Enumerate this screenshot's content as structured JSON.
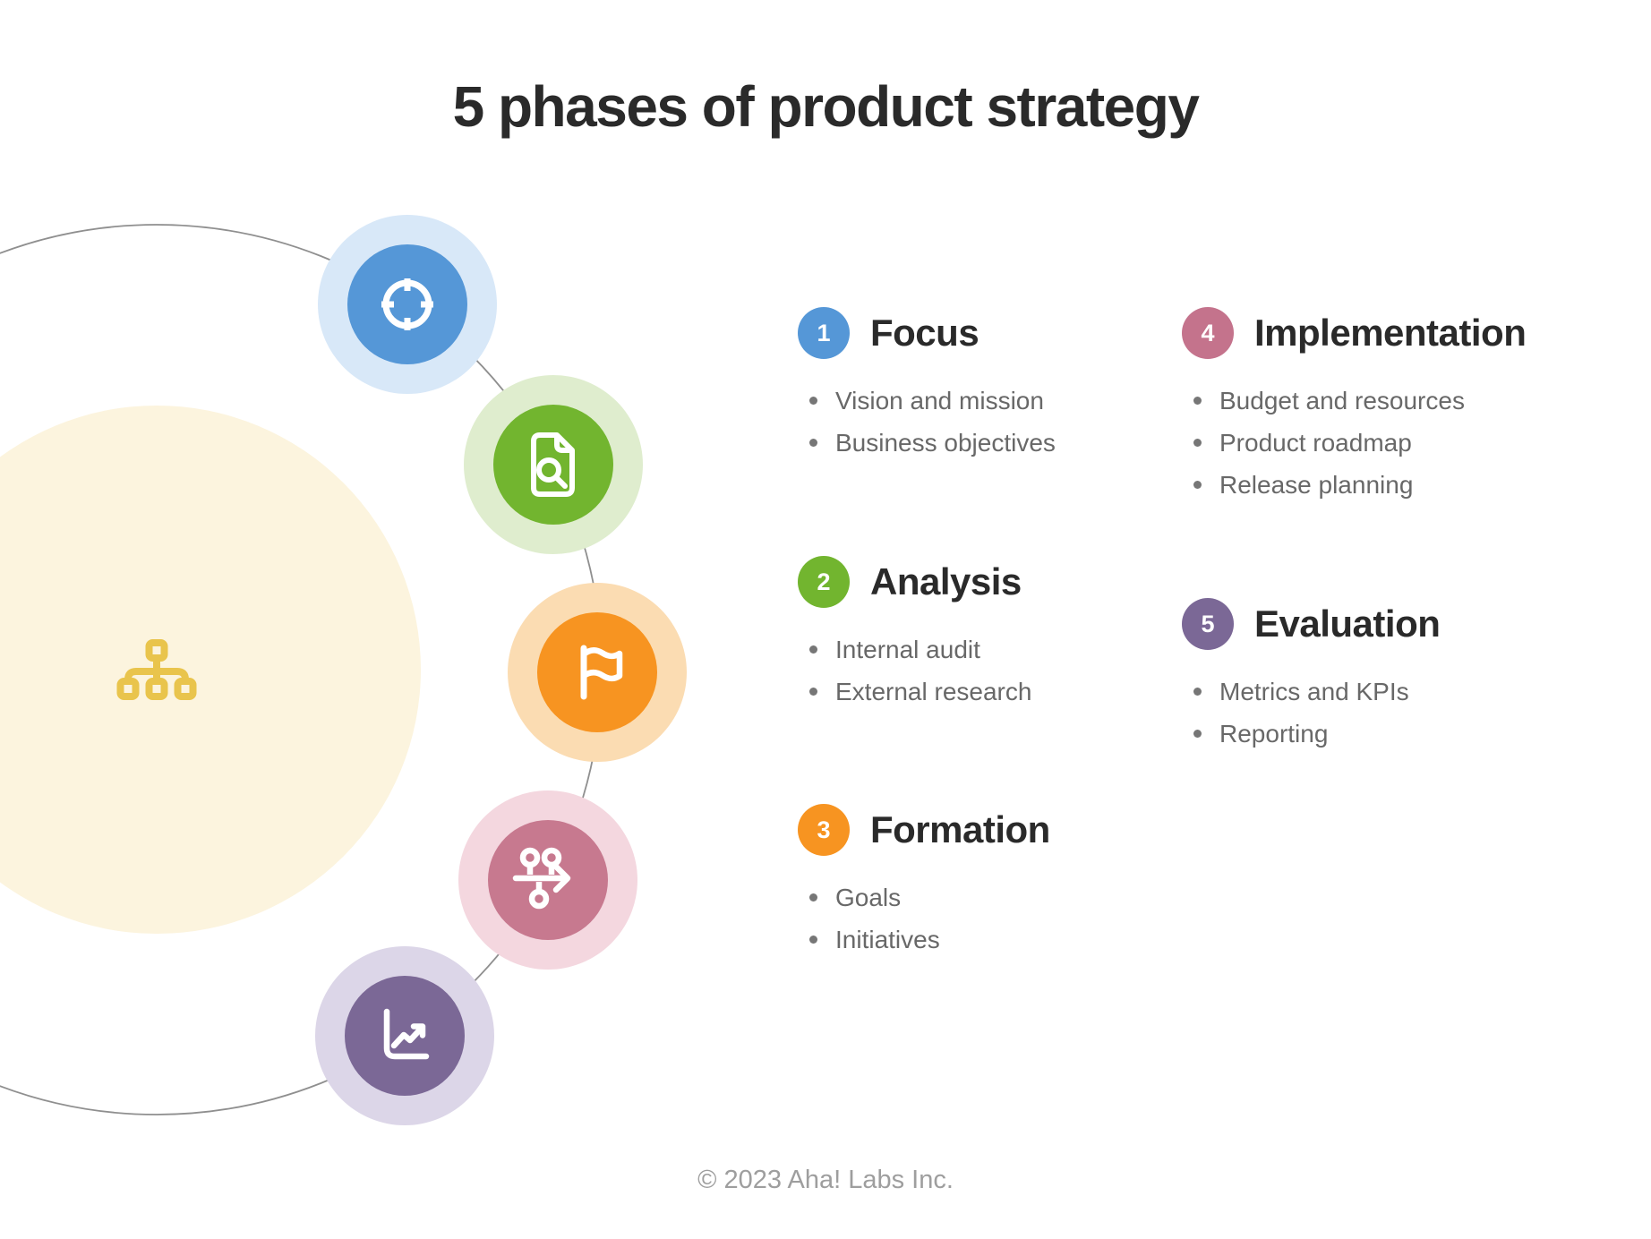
{
  "title": "5 phases of product strategy",
  "footer": "© 2023 Aha! Labs Inc.",
  "diagram": {
    "ring_color": "#8f8f8f",
    "center_circle_color": "#FCF4DE",
    "center_icon": "sitemap-icon",
    "center_icon_color": "#E9C44C",
    "node_icon_color": "#FFFFFF",
    "nodes": [
      {
        "phase": "1",
        "icon": "target-icon",
        "color": "#5597D7",
        "halo": "#D8E8F8"
      },
      {
        "phase": "2",
        "icon": "document-search-icon",
        "color": "#72B52F",
        "halo": "#DFEDCE"
      },
      {
        "phase": "3",
        "icon": "flag-icon",
        "color": "#F79421",
        "halo": "#FBDCB2"
      },
      {
        "phase": "4",
        "icon": "roadmap-timeline-icon",
        "color": "#C7798F",
        "halo": "#F4D7DF"
      },
      {
        "phase": "5",
        "icon": "trend-chart-icon",
        "color": "#7B6896",
        "halo": "#DCD6E8"
      }
    ]
  },
  "phases": [
    {
      "number": "1",
      "title": "Focus",
      "color": "#5597D7",
      "items": [
        "Vision and mission",
        "Business objectives"
      ]
    },
    {
      "number": "2",
      "title": "Analysis",
      "color": "#72B52F",
      "items": [
        "Internal audit",
        "External research"
      ]
    },
    {
      "number": "3",
      "title": "Formation",
      "color": "#F79421",
      "items": [
        "Goals",
        "Initiatives"
      ]
    },
    {
      "number": "4",
      "title": "Implementation",
      "color": "#C4738C",
      "items": [
        "Budget and resources",
        "Product roadmap",
        "Release planning"
      ]
    },
    {
      "number": "5",
      "title": "Evaluation",
      "color": "#7B6896",
      "items": [
        "Metrics and KPIs",
        "Reporting"
      ]
    }
  ]
}
